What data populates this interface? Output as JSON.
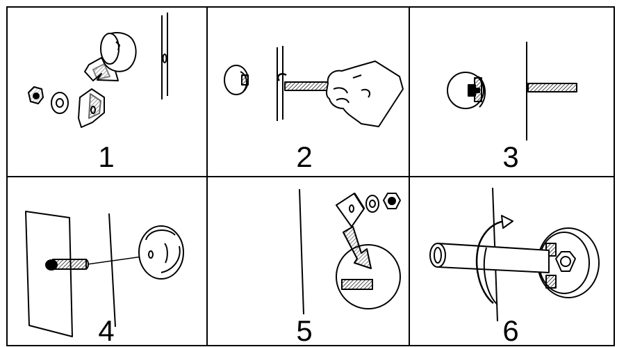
{
  "steps": [
    {
      "number": "1",
      "illustration": "bolt-nut-washer-knob-parts"
    },
    {
      "number": "2",
      "illustration": "insert-bolt-through-panel"
    },
    {
      "number": "3",
      "illustration": "bolt-head-seated-in-knob"
    },
    {
      "number": "4",
      "illustration": "align-bolt-with-knob-hole"
    },
    {
      "number": "5",
      "illustration": "add-plate-washer-nut"
    },
    {
      "number": "6",
      "illustration": "tighten-handle-rotation"
    }
  ]
}
